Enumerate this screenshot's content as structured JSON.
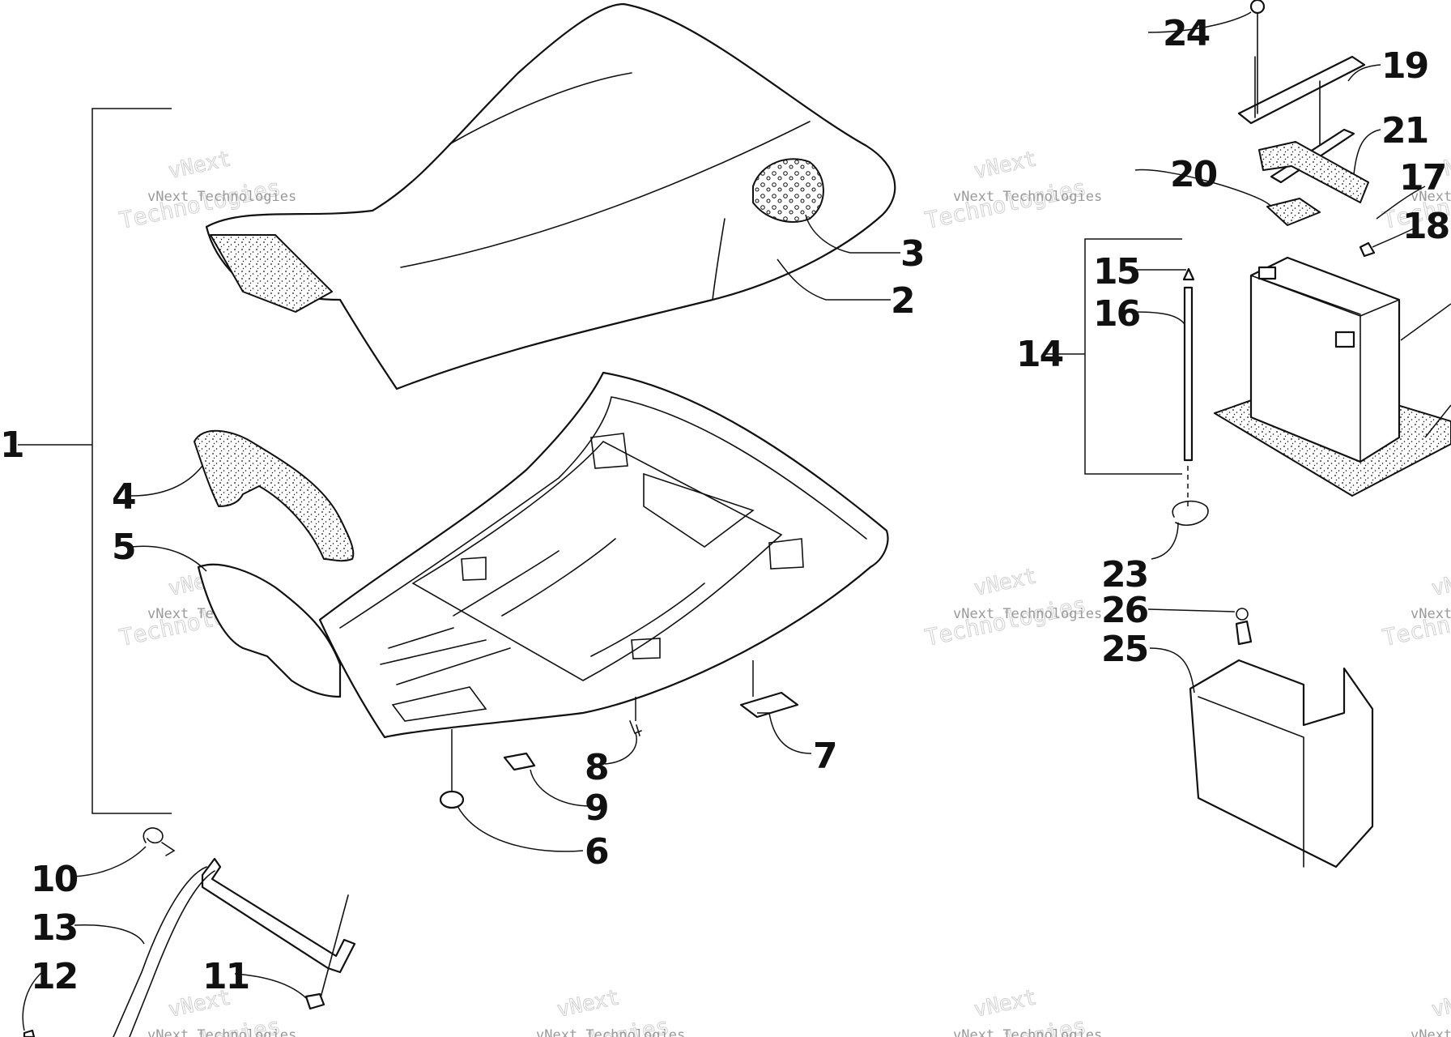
{
  "diagram": {
    "callouts": [
      {
        "id": "1",
        "label": "1"
      },
      {
        "id": "2",
        "label": "2"
      },
      {
        "id": "3",
        "label": "3"
      },
      {
        "id": "4",
        "label": "4"
      },
      {
        "id": "5",
        "label": "5"
      },
      {
        "id": "6",
        "label": "6"
      },
      {
        "id": "7",
        "label": "7"
      },
      {
        "id": "8",
        "label": "8"
      },
      {
        "id": "9",
        "label": "9"
      },
      {
        "id": "10",
        "label": "10"
      },
      {
        "id": "11",
        "label": "11"
      },
      {
        "id": "12",
        "label": "12"
      },
      {
        "id": "13",
        "label": "13"
      },
      {
        "id": "14",
        "label": "14"
      },
      {
        "id": "15",
        "label": "15"
      },
      {
        "id": "16",
        "label": "16"
      },
      {
        "id": "17",
        "label": "17"
      },
      {
        "id": "18",
        "label": "18"
      },
      {
        "id": "19",
        "label": "19"
      },
      {
        "id": "20",
        "label": "20"
      },
      {
        "id": "21",
        "label": "21"
      },
      {
        "id": "23",
        "label": "23"
      },
      {
        "id": "24",
        "label": "24"
      },
      {
        "id": "25",
        "label": "25"
      },
      {
        "id": "26",
        "label": "26"
      }
    ]
  },
  "watermark": {
    "line1": "vNext",
    "line2": "Technologies",
    "caption": "vNext Technologies"
  }
}
